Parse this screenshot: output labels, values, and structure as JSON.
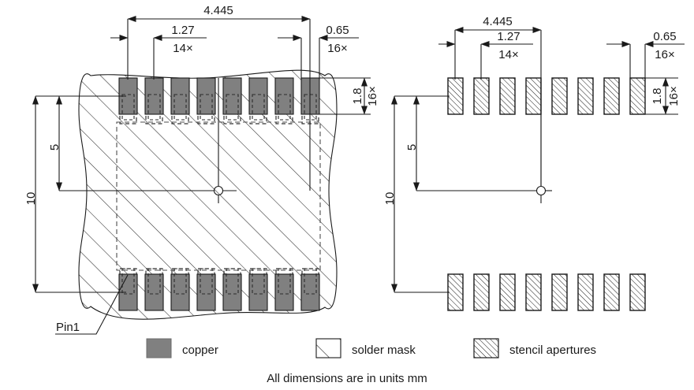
{
  "drawing": {
    "units_note": "All dimensions are in units mm",
    "pin1_label": "Pin1"
  },
  "legend": {
    "items": [
      {
        "id": "copper",
        "label": "copper",
        "swatch": "copper-swatch",
        "color": "#808080"
      },
      {
        "id": "solder-mask",
        "label": "solder mask",
        "swatch": "solder-mask-swatch",
        "color": "#ffffff"
      },
      {
        "id": "stencil-apertures",
        "label": "stencil apertures",
        "swatch": "stencil-aperture-swatch",
        "color": "#ffffff"
      }
    ]
  },
  "views": {
    "left": {
      "name": "copper-and-solder-mask-view",
      "dimensions": {
        "span_width": {
          "value": "4.445",
          "count": ""
        },
        "pitch": {
          "value": "1.27",
          "count": "14×"
        },
        "pad_width": {
          "value": "0.65",
          "count": "16×"
        },
        "pad_height": {
          "value": "1.8",
          "count": "16×"
        },
        "half_height": {
          "value": "5",
          "count": ""
        },
        "full_height": {
          "value": "10",
          "count": ""
        }
      }
    },
    "right": {
      "name": "stencil-aperture-view",
      "dimensions": {
        "span_width": {
          "value": "4.445",
          "count": ""
        },
        "pitch": {
          "value": "1.27",
          "count": "14×"
        },
        "pad_width": {
          "value": "0.65",
          "count": "16×"
        },
        "pad_height": {
          "value": "1.8",
          "count": "16×"
        },
        "half_height": {
          "value": "5",
          "count": ""
        },
        "full_height": {
          "value": "10",
          "count": ""
        }
      }
    }
  },
  "chart_data": {
    "type": "diagram",
    "title": "SOIC land pattern / stencil drawing",
    "pads_per_row": 8,
    "rows": 2,
    "total_pads": 16,
    "pitch_mm": 1.27,
    "pad_width_mm": 0.65,
    "pad_height_mm": 1.8,
    "row_span_mm": 4.445,
    "row_to_row_mm": 10,
    "half_span_mm": 5
  },
  "colors": {
    "line": "#1a1a1a",
    "copper": "#808080",
    "hatch": "#333333",
    "dashed": "#4d4d4d"
  }
}
